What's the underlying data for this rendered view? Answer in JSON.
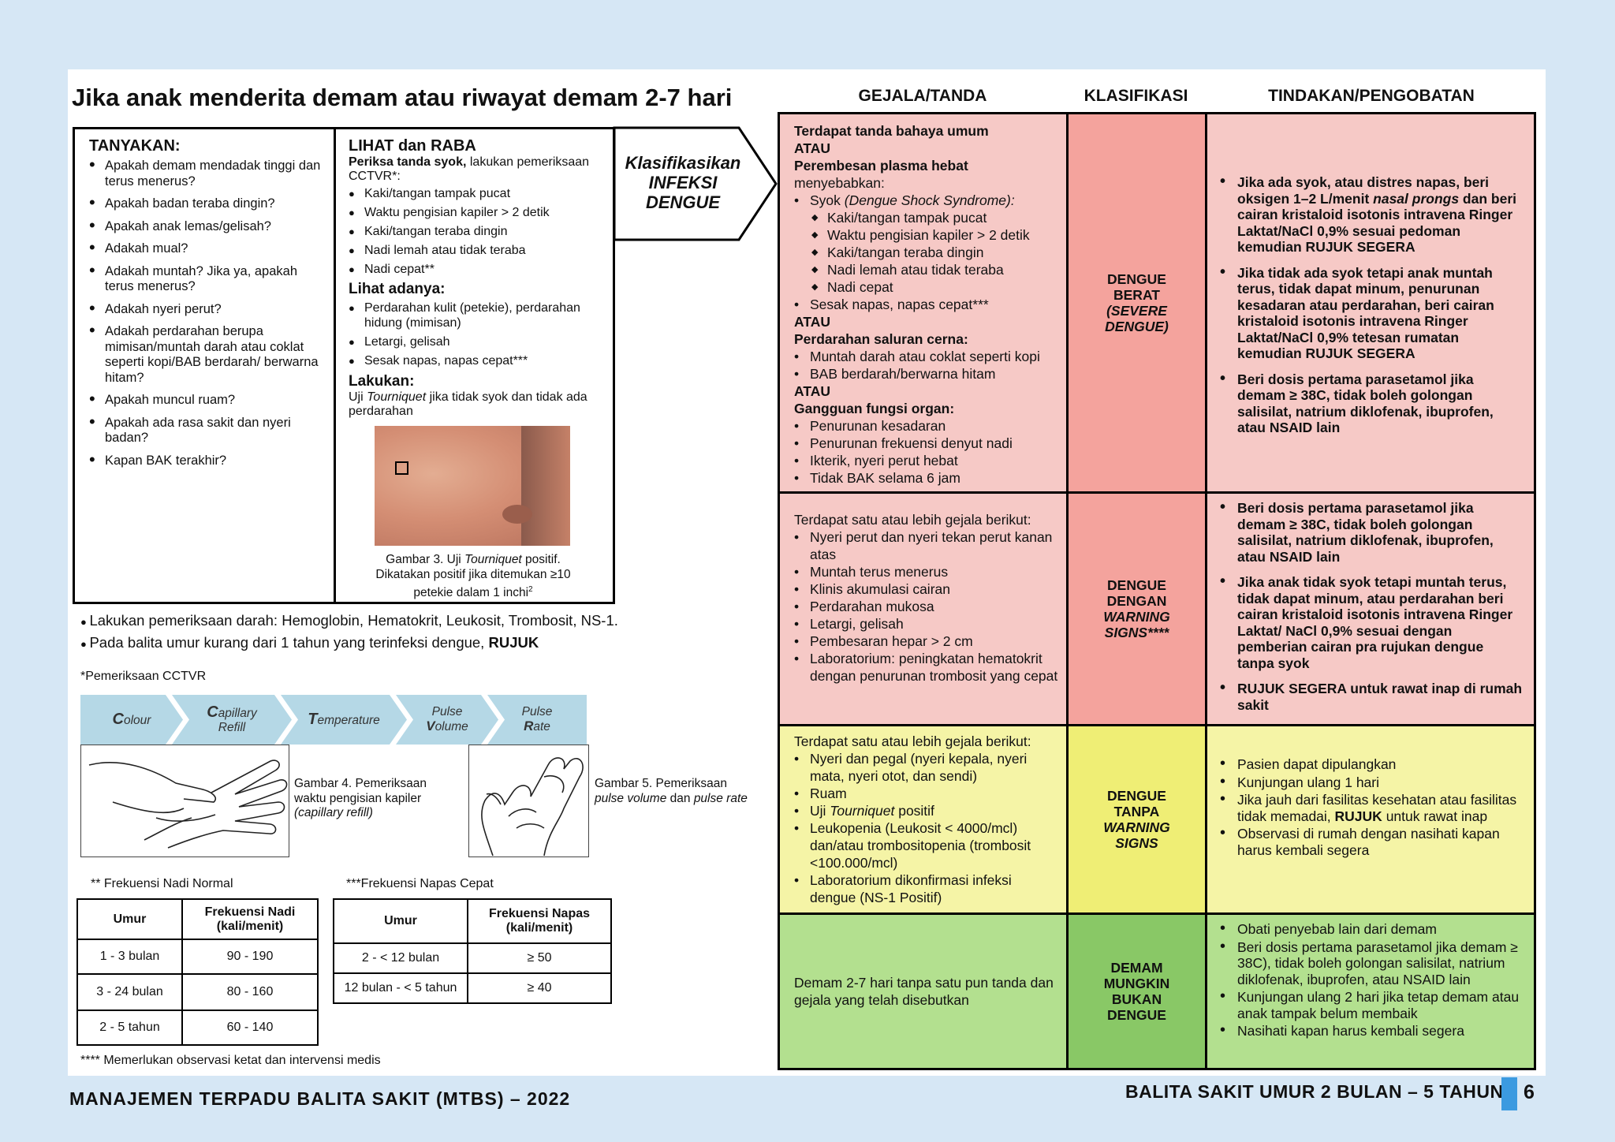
{
  "title": "Jika anak menderita demam atau riwayat demam 2-7 hari",
  "tanyakan": {
    "heading": "TANYAKAN:",
    "items": [
      "Apakah demam mendadak tinggi dan terus menerus?",
      "Apakah badan teraba dingin?",
      "Apakah anak lemas/gelisah?",
      "Adakah mual?",
      "Adakah muntah? Jika ya, apakah terus menerus?",
      "Adakah nyeri perut?",
      "Adakah perdarahan berupa mimisan/muntah darah atau coklat seperti kopi/BAB berdarah/ berwarna hitam?",
      "Apakah muncul ruam?",
      "Apakah ada rasa sakit dan nyeri badan?",
      "Kapan BAK terakhir?"
    ]
  },
  "lihat": {
    "heading": "LIHAT dan RABA",
    "syok_bold": "Periksa tanda syok,",
    "syok_rest": " lakukan pemeriksaan CCTVR*:",
    "syok_items": [
      "Kaki/tangan tampak pucat",
      "Waktu pengisian kapiler > 2 detik",
      "Kaki/tangan teraba dingin",
      "Nadi lemah atau tidak teraba",
      "Nadi cepat**"
    ],
    "adanya_heading": "Lihat adanya:",
    "adanya_items": [
      "Perdarahan kulit (petekie), perdarahan hidung (mimisan)",
      "Letargi, gelisah",
      "Sesak napas, napas cepat***"
    ],
    "lakukan_heading": "Lakukan:",
    "lakukan_pre": "Uji ",
    "lakukan_italic": "Tourniquet",
    "lakukan_post": " jika tidak syok dan tidak ada perdarahan",
    "caption_1": "Gambar 3. Uji ",
    "caption_italic": "Tourniquet",
    "caption_2": " positif. Dikatakan positif jika ditemukan ≥10 petekie dalam 1 inchi",
    "caption_sup": "2"
  },
  "arrow_label": [
    "Klasifikasikan",
    "INFEKSI",
    "DENGUE"
  ],
  "blood_test": "Lakukan pemeriksaan darah: Hemoglobin, Hematokrit, Leukosit, Trombosit, NS-1.",
  "refer_pre": "Pada balita umur kurang dari 1 tahun yang terinfeksi dengue, ",
  "refer_bold": "RUJUK",
  "cctvr_note": "*Pemeriksaan CCTVR",
  "chevrons": [
    {
      "initial": "C",
      "rest": "olour",
      "line2": ""
    },
    {
      "initial": "C",
      "rest": "apillary",
      "line2": "Refill"
    },
    {
      "initial": "T",
      "rest": "emperature",
      "line2": ""
    },
    {
      "initial": "",
      "rest": "Pulse",
      "line2": "Volume"
    },
    {
      "initial": "",
      "rest": "Pulse",
      "line2": "Rate"
    }
  ],
  "fig4": {
    "text": "Gambar 4. Pemeriksaan waktu pengisian kapiler",
    "italic": "(capillary refill)"
  },
  "fig5": {
    "text": "Gambar 5. Pemeriksaan",
    "italic_a": "pulse volume",
    "mid": " dan ",
    "italic_b": "pulse rate"
  },
  "nadi_note": "** Frekuensi Nadi Normal",
  "napas_note": "***Frekuensi Napas Cepat",
  "nadi_table": {
    "headers": [
      "Umur",
      "Frekuensi Nadi (kali/menit)"
    ],
    "rows": [
      [
        "1 - 3 bulan",
        "90 - 190"
      ],
      [
        "3 - 24 bulan",
        "80 - 160"
      ],
      [
        "2 - 5 tahun",
        "60 - 140"
      ]
    ]
  },
  "napas_table": {
    "headers": [
      "Umur",
      "Frekuensi Napas (kali/menit)"
    ],
    "rows": [
      [
        "2 - < 12 bulan",
        "≥ 50"
      ],
      [
        "12 bulan - < 5 tahun",
        "≥ 40"
      ]
    ]
  },
  "observasi_note": "**** Memerlukan observasi ketat dan intervensi medis",
  "column_headers": [
    "GEJALA/TANDA",
    "KLASIFIKASI",
    "TINDAKAN/PENGOBATAN"
  ],
  "row1": {
    "g_bold1": "Terdapat tanda bahaya umum",
    "atau": "ATAU",
    "g_bold2": "Perembesan plasma hebat",
    "g_plain": "menyebabkan:",
    "syok_pre": "Syok ",
    "syok_italic": "(Dengue Shock Syndrome):",
    "syok_sub": [
      "Kaki/tangan tampak pucat",
      "Waktu pengisian kapiler > 2 detik",
      "Kaki/tangan teraba dingin",
      "Nadi lemah atau tidak teraba",
      "Nadi cepat"
    ],
    "sesak": "Sesak napas, napas cepat***",
    "g_bold3": "Perdarahan saluran cerna:",
    "cerna_items": [
      "Muntah darah atau coklat seperti kopi",
      "BAB berdarah/berwarna hitam"
    ],
    "g_bold4": "Gangguan fungsi organ:",
    "organ_items": [
      "Penurunan kesadaran",
      "Penurunan frekuensi denyut nadi",
      "Ikterik, nyeri perut hebat",
      "Tidak BAK selama 6 jam"
    ],
    "klas_1": "DENGUE",
    "klas_2": "BERAT",
    "klas_3": "(SEVERE",
    "klas_4": "DENGUE)",
    "t1_pre": "Jika ada syok, atau distres napas, beri oksigen 1–2 L/menit ",
    "t1_italic": "nasal prongs",
    "t1_post": " dan beri cairan kristaloid isotonis intravena Ringer Laktat/NaCl 0,9% sesuai pedoman kemudian RUJUK SEGERA",
    "t2": "Jika tidak ada syok tetapi anak muntah terus, tidak dapat minum, penurunan kesadaran atau perdarahan, beri cairan kristaloid isotonis intravena Ringer Laktat/NaCl 0,9% tetesan rumatan kemudian RUJUK SEGERA",
    "t3": "Beri dosis pertama parasetamol jika demam ≥ 38C, tidak boleh golongan salisilat, natrium diklofenak, ibuprofen, atau NSAID lain"
  },
  "row2": {
    "intro": "Terdapat satu atau lebih gejala berikut:",
    "items": [
      "Nyeri perut dan nyeri tekan perut kanan atas",
      "Muntah terus menerus",
      "Klinis akumulasi cairan",
      "Perdarahan mukosa",
      "Letargi, gelisah",
      "Pembesaran hepar > 2 cm",
      "Laboratorium: peningkatan hematokrit dengan penurunan trombosit yang cepat"
    ],
    "klas_1": "DENGUE",
    "klas_2": "DENGAN",
    "klas_3": "WARNING",
    "klas_4": "SIGNS****",
    "t": [
      "Beri dosis pertama parasetamol jika demam ≥ 38C, tidak boleh golongan salisilat, natrium diklofenak, ibuprofen, atau NSAID lain",
      "Jika anak tidak syok tetapi muntah terus, tidak dapat minum, atau perdarahan beri cairan kristaloid isotonis intravena Ringer Laktat/ NaCl 0,9% sesuai dengan pemberian cairan pra rujukan dengue tanpa syok",
      "RUJUK SEGERA untuk rawat inap di rumah sakit"
    ]
  },
  "row3": {
    "intro": "Terdapat satu atau lebih gejala berikut:",
    "i1": "Nyeri dan pegal (nyeri kepala, nyeri mata, nyeri otot, dan sendi)",
    "i2": "Ruam",
    "i3_pre": "Uji ",
    "i3_italic": "Tourniquet",
    "i3_post": " positif",
    "i4": "Leukopenia (Leukosit < 4000/mcl) dan/atau trombositopenia (trombosit <100.000/mcl)",
    "i5": "Laboratorium dikonfirmasi infeksi dengue (NS-1 Positif)",
    "klas_1": "DENGUE",
    "klas_2": "TANPA",
    "klas_3": "WARNING",
    "klas_4": "SIGNS",
    "t1": "Pasien dapat dipulangkan",
    "t2": "Kunjungan ulang 1 hari",
    "t3_pre": "Jika jauh dari fasilitas kesehatan atau fasilitas tidak memadai, ",
    "t3_bold": "RUJUK",
    "t3_post": " untuk rawat inap",
    "t4": "Observasi di rumah dengan nasihati kapan harus kembali segera"
  },
  "row4": {
    "g": "Demam  2-7 hari tanpa satu pun tanda dan gejala yang telah disebutkan",
    "klas_1": "DEMAM",
    "klas_2": "MUNGKIN",
    "klas_3": "BUKAN",
    "klas_4": "DENGUE",
    "t": [
      "Obati penyebab lain dari demam",
      "Beri dosis pertama parasetamol jika demam ≥ 38C), tidak boleh golongan salisilat, natrium diklofenak, ibuprofen, atau NSAID lain",
      "Kunjungan ulang 2 hari jika tetap demam atau anak tampak belum membaik",
      "Nasihati kapan harus kembali segera"
    ]
  },
  "footer": {
    "left": "MANAJEMEN TERPADU BALITA SAKIT (MTBS) – 2022",
    "right": "BALITA SAKIT UMUR 2 BULAN –  5 TAHUN",
    "page": "6"
  },
  "colors": {
    "background": "#d6e7f5",
    "red": "#f6c9c6",
    "red_mid": "#f4a39d",
    "yellow": "#f5f4a6",
    "yellow_mid": "#efee75",
    "green": "#b3e08f",
    "green_mid": "#89c866",
    "chevron": "#b5d8e6",
    "footer_accent": "#3b9ae0"
  }
}
